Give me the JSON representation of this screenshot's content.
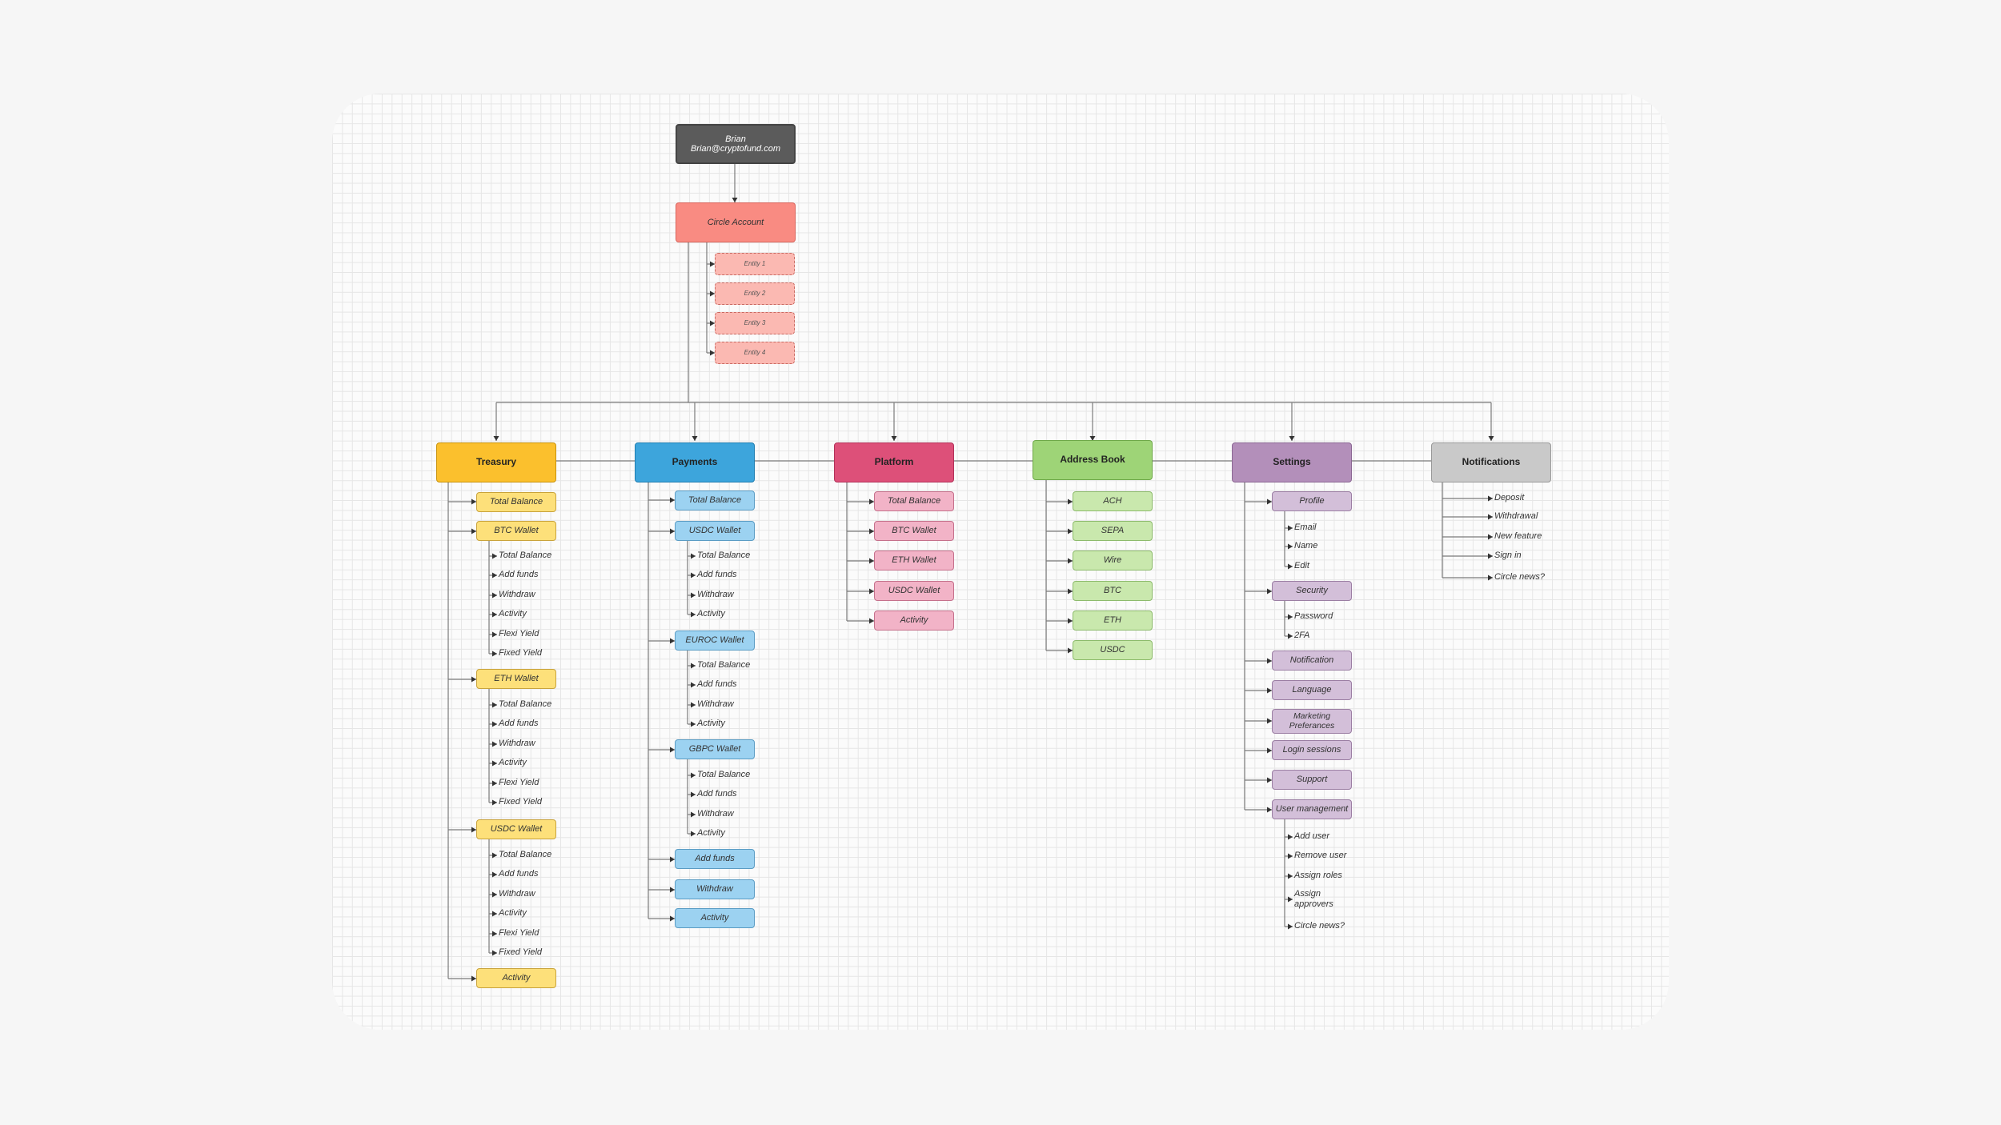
{
  "colors": {
    "treasury": "#fbc02d",
    "treasury_sub": "#fde07a",
    "payments": "#3da5dc",
    "payments_sub": "#9cd2f1",
    "platform": "#dd5079",
    "platform_sub": "#f2b3c7",
    "address_book": "#9ed477",
    "address_book_sub": "#c9e8ad",
    "settings": "#b38fba",
    "settings_sub": "#d3bfd9",
    "notifications": "#c9c9c9",
    "user": "#5b5b5b",
    "circle_account": "#f98b82",
    "entity": "#fbb9b2"
  },
  "user": {
    "name": "Brian",
    "email": "Brian@cryptofund.com"
  },
  "circle_account": {
    "label": "Circle Account",
    "entities": [
      "Entity 1",
      "Entity 2",
      "Entity 3",
      "Entity 4"
    ]
  },
  "treasury": {
    "label": "Treasury",
    "total_balance": "Total Balance",
    "btc_wallet": {
      "label": "BTC Wallet",
      "items": [
        "Total Balance",
        "Add funds",
        "Withdraw",
        "Activity",
        "Flexi Yield",
        "Fixed Yield"
      ]
    },
    "eth_wallet": {
      "label": "ETH Wallet",
      "items": [
        "Total Balance",
        "Add funds",
        "Withdraw",
        "Activity",
        "Flexi Yield",
        "Fixed Yield"
      ]
    },
    "usdc_wallet": {
      "label": "USDC Wallet",
      "items": [
        "Total Balance",
        "Add funds",
        "Withdraw",
        "Activity",
        "Flexi Yield",
        "Fixed Yield"
      ]
    },
    "activity": "Activity"
  },
  "payments": {
    "label": "Payments",
    "total_balance": "Total Balance",
    "usdc_wallet": {
      "label": "USDC Wallet",
      "items": [
        "Total Balance",
        "Add funds",
        "Withdraw",
        "Activity"
      ]
    },
    "euroc_wallet": {
      "label": "EUROC Wallet",
      "items": [
        "Total Balance",
        "Add funds",
        "Withdraw",
        "Activity"
      ]
    },
    "gbpc_wallet": {
      "label": "GBPC Wallet",
      "items": [
        "Total Balance",
        "Add funds",
        "Withdraw",
        "Activity"
      ]
    },
    "add_funds": "Add funds",
    "withdraw": "Withdraw",
    "activity": "Activity"
  },
  "platform": {
    "label": "Platform",
    "items": [
      "Total Balance",
      "BTC Wallet",
      "ETH Wallet",
      "USDC Wallet",
      "Activity"
    ]
  },
  "address_book": {
    "label": "Address Book",
    "items": [
      "ACH",
      "SEPA",
      "Wire",
      "BTC",
      "ETH",
      "USDC"
    ]
  },
  "settings": {
    "label": "Settings",
    "profile": {
      "label": "Profile",
      "items": [
        "Email",
        "Name",
        "Edit"
      ]
    },
    "security": {
      "label": "Security",
      "items": [
        "Password",
        "2FA"
      ]
    },
    "notification": "Notification",
    "language": "Language",
    "marketing": "Marketing Preferances",
    "login_sessions": "Login sessions",
    "support": "Support",
    "user_management": {
      "label": "User management",
      "items": [
        "Add user",
        "Remove user",
        "Assign roles",
        "Assign approvers",
        "Circle news?"
      ]
    }
  },
  "notifications": {
    "label": "Notifications",
    "items": [
      "Deposit",
      "Withdrawal",
      "New feature",
      "Sign in",
      "Circle news?"
    ]
  }
}
